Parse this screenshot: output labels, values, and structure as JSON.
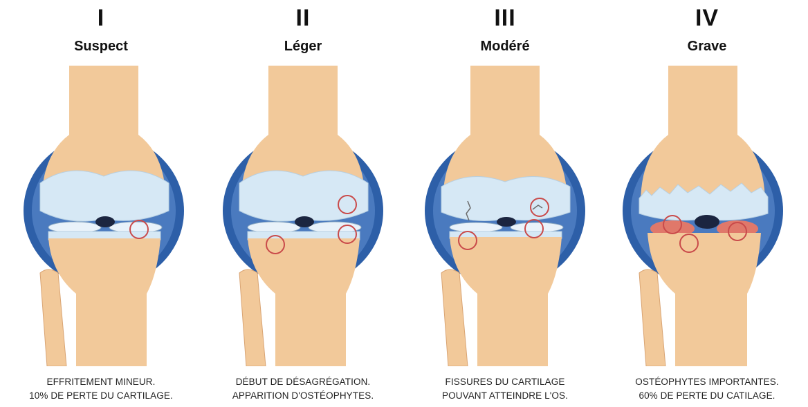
{
  "stages": [
    {
      "numeral": "I",
      "name": "Suspect",
      "description_line1": "EFFRITEMENT MINEUR.",
      "description_line2": "10% DE PERTE DU CARTILAGE."
    },
    {
      "numeral": "II",
      "name": "Léger",
      "description_line1": "DÉBUT DE DÉSAGRÉGATION.",
      "description_line2": "APPARITION D'OSTÉOPHYTES."
    },
    {
      "numeral": "III",
      "name": "Modéré",
      "description_line1": "FISSURES DU CARTILAGE",
      "description_line2": "POUVANT ATTEINDRE L'OS."
    },
    {
      "numeral": "IV",
      "name": "Grave",
      "description_line1": "OSTÉOPHYTES IMPORTANTES.",
      "description_line2": "60% DE PERTE DU CATILAGE."
    }
  ],
  "colors": {
    "bone": "#f2c99a",
    "bone_shadow": "#d9a473",
    "cartilage": "#cfe3f2",
    "capsule_blue": "#2d5fa8",
    "damage_circle": "#c94a4a",
    "osteophyte_red": "#e0786a"
  }
}
